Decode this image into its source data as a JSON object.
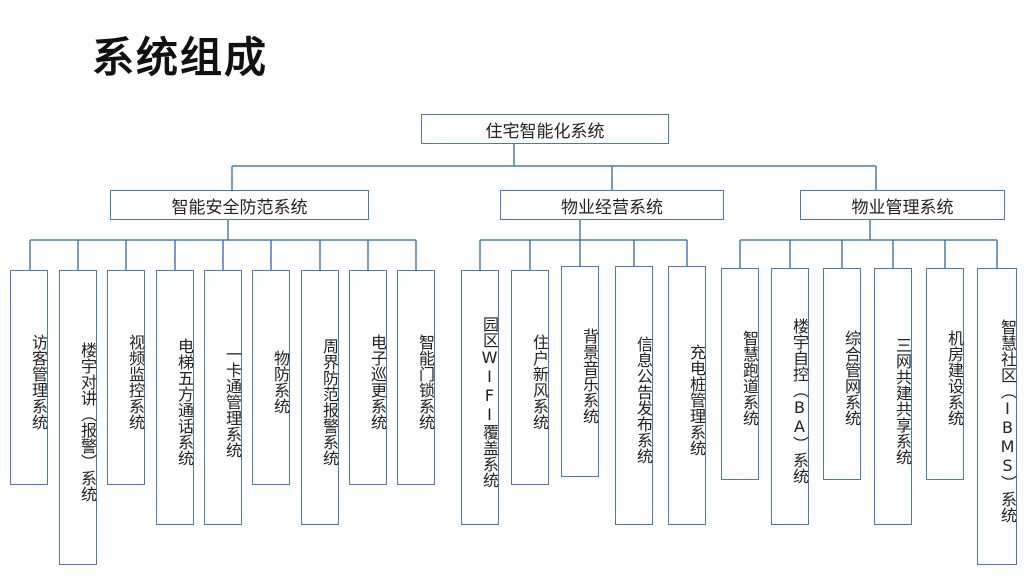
{
  "title": "系统组成",
  "root": "住宅智能化系统",
  "groups": [
    {
      "label": "智能安全防范系统",
      "items": [
        "访客管理系统",
        "楼宇对讲（报警）系统",
        "视频监控系统",
        "电梯五方通话系统",
        "一卡通管理系统",
        "物防系统",
        "周界防范报警系统",
        "电子巡更系统",
        "智能门锁系统"
      ]
    },
    {
      "label": "物业经营系统",
      "items": [
        "园区WIFI覆盖系统",
        "住户新风系统",
        "背景音乐系统",
        "信息公告发布系统",
        "充电桩管理系统"
      ]
    },
    {
      "label": "物业管理系统",
      "items": [
        "智慧跑道系统",
        "楼宇自控（BA）系统",
        "综合管网系统",
        "三网共建共享系统",
        "机房建设系统",
        "智慧社区（IBMS）系统"
      ]
    }
  ],
  "colors": {
    "line": "#4a7ab8",
    "text": "#222222"
  }
}
